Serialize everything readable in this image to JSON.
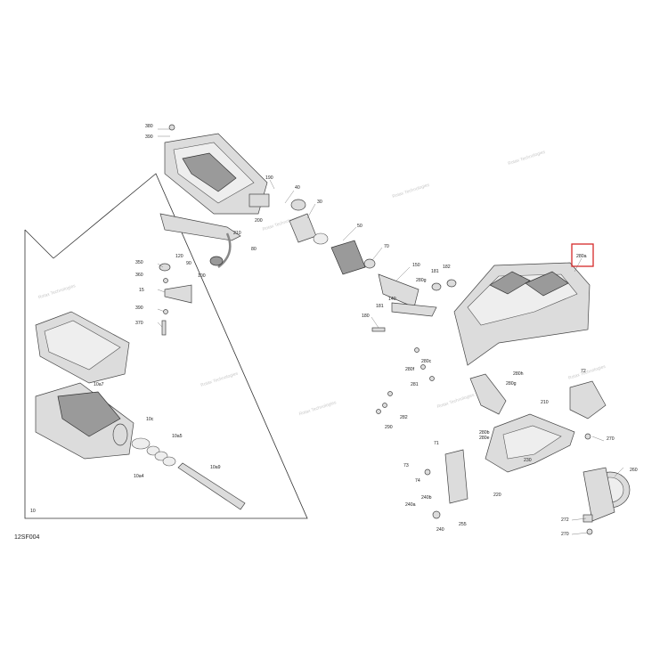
{
  "diagram": {
    "code": "12SF004",
    "highlighted_label": "280a",
    "highlight_color": "#d62a2a",
    "watermark_text": "Rotax Technologies",
    "inset_label": "10",
    "labels": [
      {
        "id": "l380",
        "text": "380"
      },
      {
        "id": "l390",
        "text": "390"
      },
      {
        "id": "l190",
        "text": "190"
      },
      {
        "id": "l40",
        "text": "40"
      },
      {
        "id": "l30",
        "text": "30"
      },
      {
        "id": "l200",
        "text": "200"
      },
      {
        "id": "l210a",
        "text": "210"
      },
      {
        "id": "l50",
        "text": "50"
      },
      {
        "id": "l80",
        "text": "80"
      },
      {
        "id": "l70",
        "text": "70"
      },
      {
        "id": "l350",
        "text": "350"
      },
      {
        "id": "l120",
        "text": "120"
      },
      {
        "id": "l360",
        "text": "360"
      },
      {
        "id": "l90",
        "text": "90"
      },
      {
        "id": "l100",
        "text": "100"
      },
      {
        "id": "l150",
        "text": "150"
      },
      {
        "id": "l181a",
        "text": "181"
      },
      {
        "id": "l182",
        "text": "182"
      },
      {
        "id": "l15",
        "text": "15"
      },
      {
        "id": "l280g1",
        "text": "280g"
      },
      {
        "id": "l390b",
        "text": "390"
      },
      {
        "id": "l140",
        "text": "140"
      },
      {
        "id": "l181b",
        "text": "181"
      },
      {
        "id": "l370",
        "text": "370"
      },
      {
        "id": "l180",
        "text": "180"
      },
      {
        "id": "l280c",
        "text": "280c"
      },
      {
        "id": "l280f",
        "text": "280f"
      },
      {
        "id": "l280h",
        "text": "280h"
      },
      {
        "id": "l280g2",
        "text": "280g"
      },
      {
        "id": "l72",
        "text": "72"
      },
      {
        "id": "l10a7",
        "text": "10a7"
      },
      {
        "id": "l281",
        "text": "281"
      },
      {
        "id": "l282",
        "text": "282"
      },
      {
        "id": "l290",
        "text": "290"
      },
      {
        "id": "l10c",
        "text": "10c"
      },
      {
        "id": "l210b",
        "text": "210"
      },
      {
        "id": "l280b",
        "text": "280b"
      },
      {
        "id": "l280e",
        "text": "280e"
      },
      {
        "id": "l10a5",
        "text": "10a5"
      },
      {
        "id": "l71",
        "text": "71"
      },
      {
        "id": "l270a",
        "text": "270"
      },
      {
        "id": "l10a9",
        "text": "10a9"
      },
      {
        "id": "l10a4",
        "text": "10a4"
      },
      {
        "id": "l73",
        "text": "73"
      },
      {
        "id": "l230",
        "text": "230"
      },
      {
        "id": "l260",
        "text": "260"
      },
      {
        "id": "l74",
        "text": "74"
      },
      {
        "id": "l220",
        "text": "220"
      },
      {
        "id": "l240b",
        "text": "240b"
      },
      {
        "id": "l240a",
        "text": "240a"
      },
      {
        "id": "l255",
        "text": "255"
      },
      {
        "id": "l240",
        "text": "240"
      },
      {
        "id": "l272",
        "text": "272"
      },
      {
        "id": "l270b",
        "text": "270"
      }
    ]
  }
}
